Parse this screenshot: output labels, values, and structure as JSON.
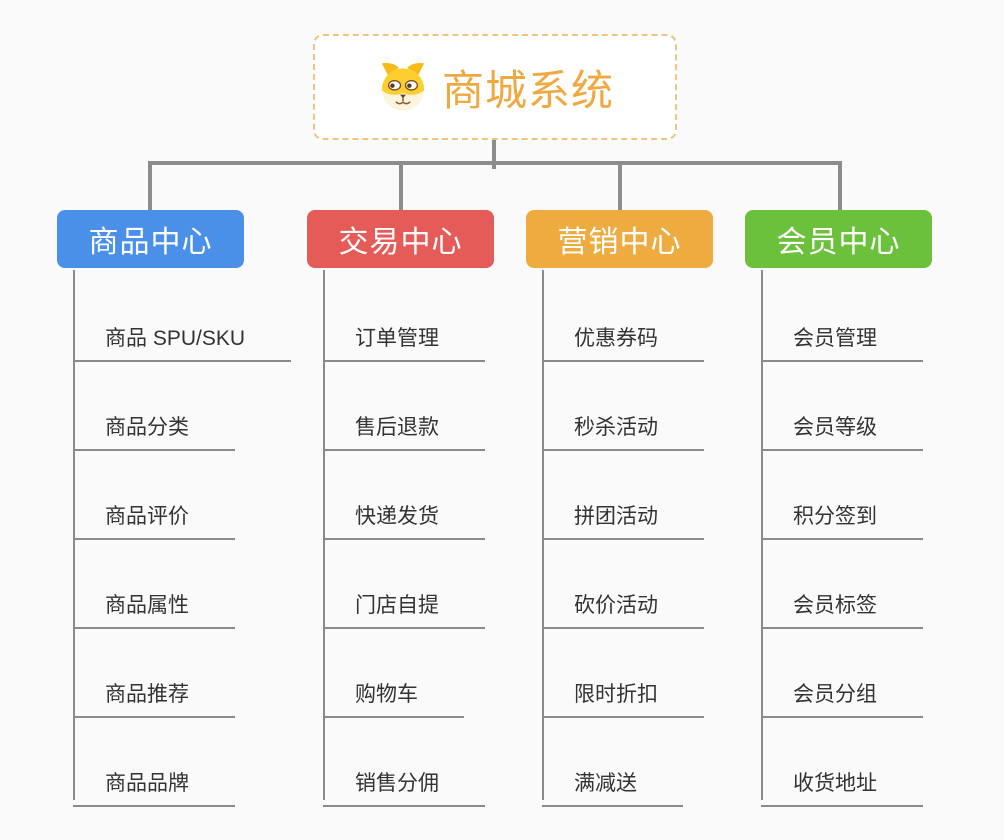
{
  "root": {
    "label": "商城系统",
    "icon": "dog-face-icon",
    "label_color": "#f0a840",
    "border_color": "#efc57e"
  },
  "connector_color": "#8c8c8c",
  "branches": [
    {
      "label": "商品中心",
      "color": "#4a90e8",
      "items": [
        "商品 SPU/SKU",
        "商品分类",
        "商品评价",
        "商品属性",
        "商品推荐",
        "商品品牌"
      ]
    },
    {
      "label": "交易中心",
      "color": "#e45b58",
      "items": [
        "订单管理",
        "售后退款",
        "快递发货",
        "门店自提",
        "购物车",
        "销售分佣"
      ]
    },
    {
      "label": "营销中心",
      "color": "#eeac40",
      "items": [
        "优惠券码",
        "秒杀活动",
        "拼团活动",
        "砍价活动",
        "限时折扣",
        "满减送"
      ]
    },
    {
      "label": "会员中心",
      "color": "#6bc13b",
      "items": [
        "会员管理",
        "会员等级",
        "积分签到",
        "会员标签",
        "会员分组",
        "收货地址"
      ]
    }
  ]
}
